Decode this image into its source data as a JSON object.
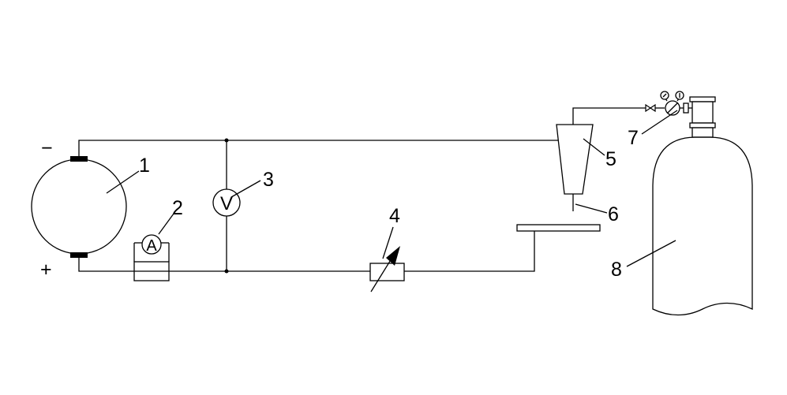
{
  "diagram": {
    "polarity": {
      "negative": "−",
      "positive": "+"
    },
    "meters": {
      "ammeter_symbol": "A",
      "voltmeter_symbol": "V"
    },
    "labels": {
      "l1": "1",
      "l2": "2",
      "l3": "3",
      "l4": "4",
      "l5": "5",
      "l6": "6",
      "l7": "7",
      "l8": "8"
    }
  }
}
